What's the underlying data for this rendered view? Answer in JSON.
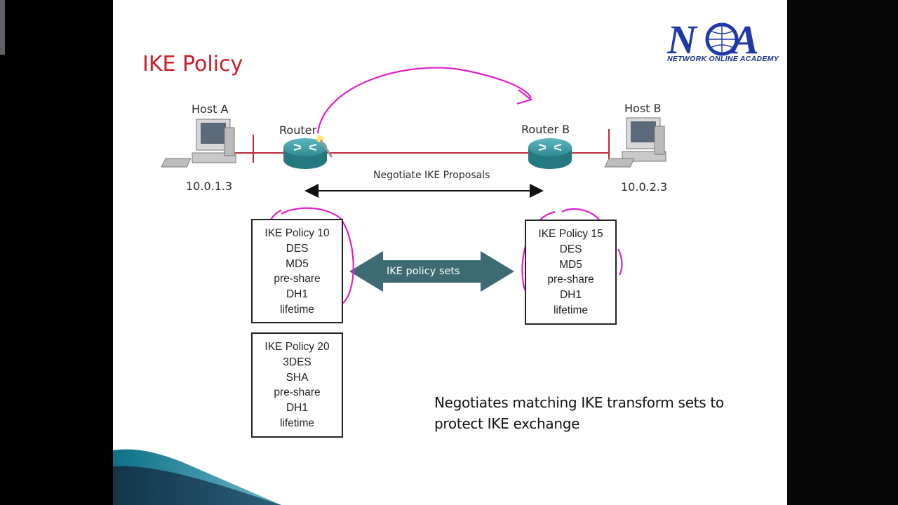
{
  "slide": {
    "title": "IKE Policy",
    "logo": {
      "letters": "NOA",
      "text": "Network Online Academy"
    },
    "hosts": [
      {
        "label": "Host A",
        "ip": "10.0.1.3"
      },
      {
        "label": "Host B",
        "ip": "10.0.2.3"
      }
    ],
    "routers": [
      {
        "label": "Router A"
      },
      {
        "label": "Router B"
      }
    ],
    "negotiate_label": "Negotiate IKE Proposals",
    "arrow_label": "IKE policy sets",
    "policies_a": [
      {
        "name": "IKE Policy 10",
        "lines": [
          "DES",
          "MD5",
          "pre-share",
          "DH1",
          "lifetime"
        ]
      },
      {
        "name": "IKE Policy 20",
        "lines": [
          "3DES",
          "SHA",
          "pre-share",
          "DH1",
          "lifetime"
        ]
      }
    ],
    "policies_b": [
      {
        "name": "IKE Policy 15",
        "lines": [
          "DES",
          "MD5",
          "pre-share",
          "DH1",
          "lifetime"
        ]
      }
    ],
    "note": [
      "Negotiates matching IKE transform sets to",
      "protect IKE exchange"
    ]
  },
  "colors": {
    "title": "#c8202a",
    "link": "#c0283a",
    "annotation": "#e020c8",
    "arrow": "#3e6a74",
    "router": "#2f8a92"
  },
  "icons": [
    "workstation-icon",
    "router-icon"
  ]
}
